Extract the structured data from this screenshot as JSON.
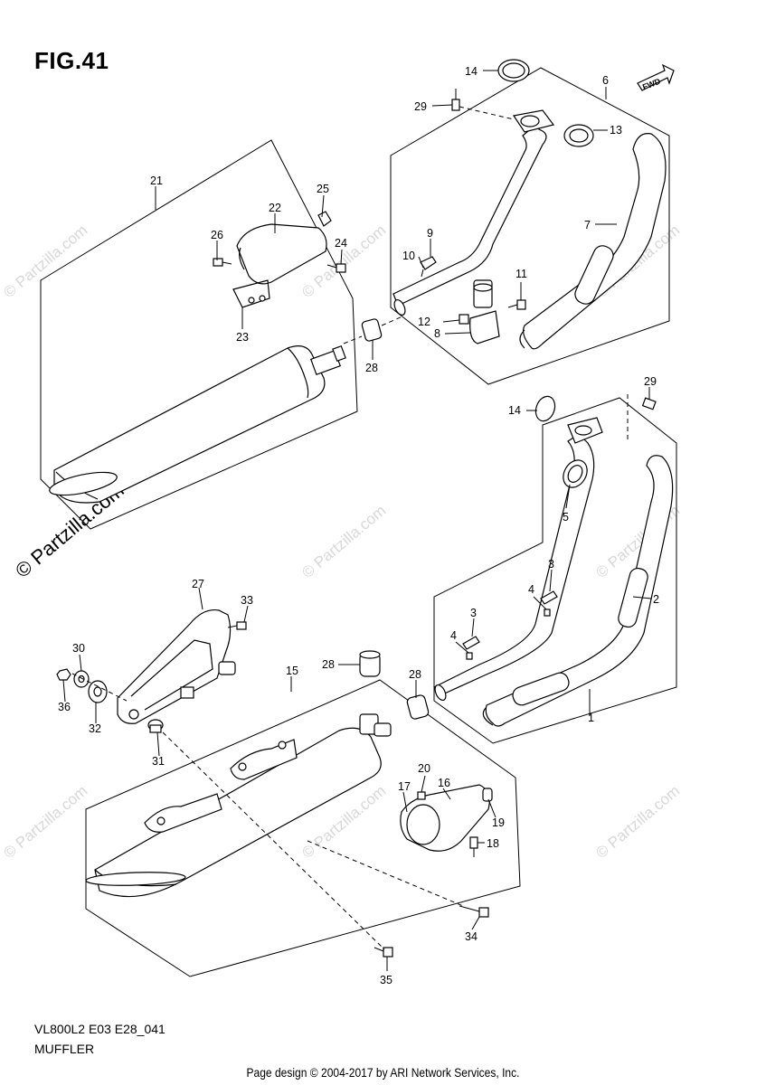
{
  "figure": {
    "title": "FIG.41",
    "model_code": "VL800L2 E03 E28_041",
    "section_name": "MUFFLER",
    "footer": "Page design © 2004-2017 by ARI Network Services, Inc.",
    "watermark": "© Partzilla.com",
    "fwd_label": "FWD"
  },
  "callouts": [
    {
      "num": "1"
    },
    {
      "num": "2"
    },
    {
      "num": "3"
    },
    {
      "num": "3"
    },
    {
      "num": "4"
    },
    {
      "num": "4"
    },
    {
      "num": "5"
    },
    {
      "num": "6"
    },
    {
      "num": "7"
    },
    {
      "num": "8"
    },
    {
      "num": "9"
    },
    {
      "num": "10"
    },
    {
      "num": "11"
    },
    {
      "num": "12"
    },
    {
      "num": "13"
    },
    {
      "num": "14"
    },
    {
      "num": "14"
    },
    {
      "num": "15"
    },
    {
      "num": "16"
    },
    {
      "num": "17"
    },
    {
      "num": "18"
    },
    {
      "num": "19"
    },
    {
      "num": "20"
    },
    {
      "num": "21"
    },
    {
      "num": "22"
    },
    {
      "num": "23"
    },
    {
      "num": "24"
    },
    {
      "num": "25"
    },
    {
      "num": "26"
    },
    {
      "num": "27"
    },
    {
      "num": "28"
    },
    {
      "num": "28"
    },
    {
      "num": "28"
    },
    {
      "num": "29"
    },
    {
      "num": "29"
    },
    {
      "num": "30"
    },
    {
      "num": "31"
    },
    {
      "num": "32"
    },
    {
      "num": "33"
    },
    {
      "num": "34"
    },
    {
      "num": "35"
    },
    {
      "num": "36"
    }
  ]
}
